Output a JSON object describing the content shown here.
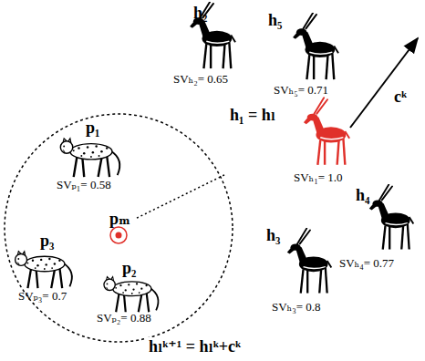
{
  "diagram": {
    "nodes": [
      {
        "text": [
          "h₂",
          "SVₕ₂= 0.65"
        ]
      },
      {
        "text": [
          "h₅",
          "SVₕ₅= 0.71"
        ]
      },
      {
        "text": [
          "p₁",
          "SVₚ₁= 0.58"
        ]
      },
      {
        "text": [
          "h₁ = hₗ",
          "SVₕ₁= 1.0"
        ]
      },
      {
        "text": [
          "p₃",
          "SVₚ₃= 0.7"
        ]
      },
      {
        "text": [
          "pₘ"
        ]
      },
      {
        "text": [
          "p₂",
          "SVₚ₂= 0.88"
        ]
      },
      {
        "text": [
          "h₃",
          "SVₕ₃= 0.8"
        ]
      },
      {
        "text": [
          "h₄",
          "SVₕ₄= 0.77"
        ]
      }
    ],
    "edges": [
      {
        "from": 5,
        "to": 3,
        "arrow": "none"
      }
    ],
    "labels": [
      "cᵏ",
      "hₗᵏ⁺¹ = hₗᵏ+cᵏ"
    ]
  }
}
